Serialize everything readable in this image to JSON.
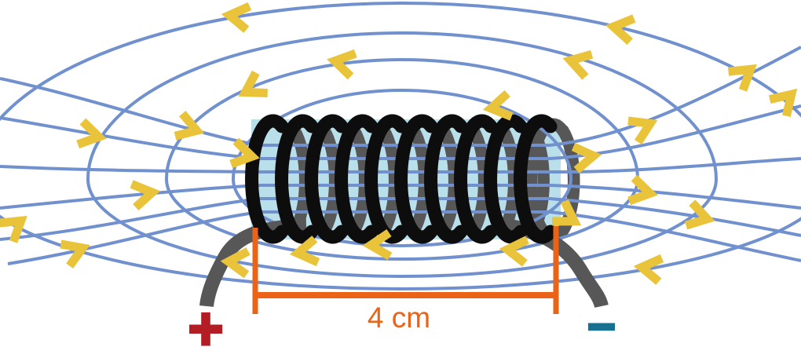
{
  "diagram": {
    "name": "Solenoid magnetic field diagram",
    "dimension_label": "4 cm",
    "positive_terminal": "+",
    "negative_terminal": "−",
    "coil_turns": 10
  },
  "colors": {
    "background": "#FFFFFF",
    "field-line": "#7191CE",
    "arrow": "#E9C43A",
    "coil-front": "#0D0D0D",
    "coil-back": "#575757",
    "core-fill": "#B9DFEB",
    "wire": "#575757",
    "dimension": "#EB6317",
    "positive": "#B21E24",
    "negative": "#17708F"
  }
}
